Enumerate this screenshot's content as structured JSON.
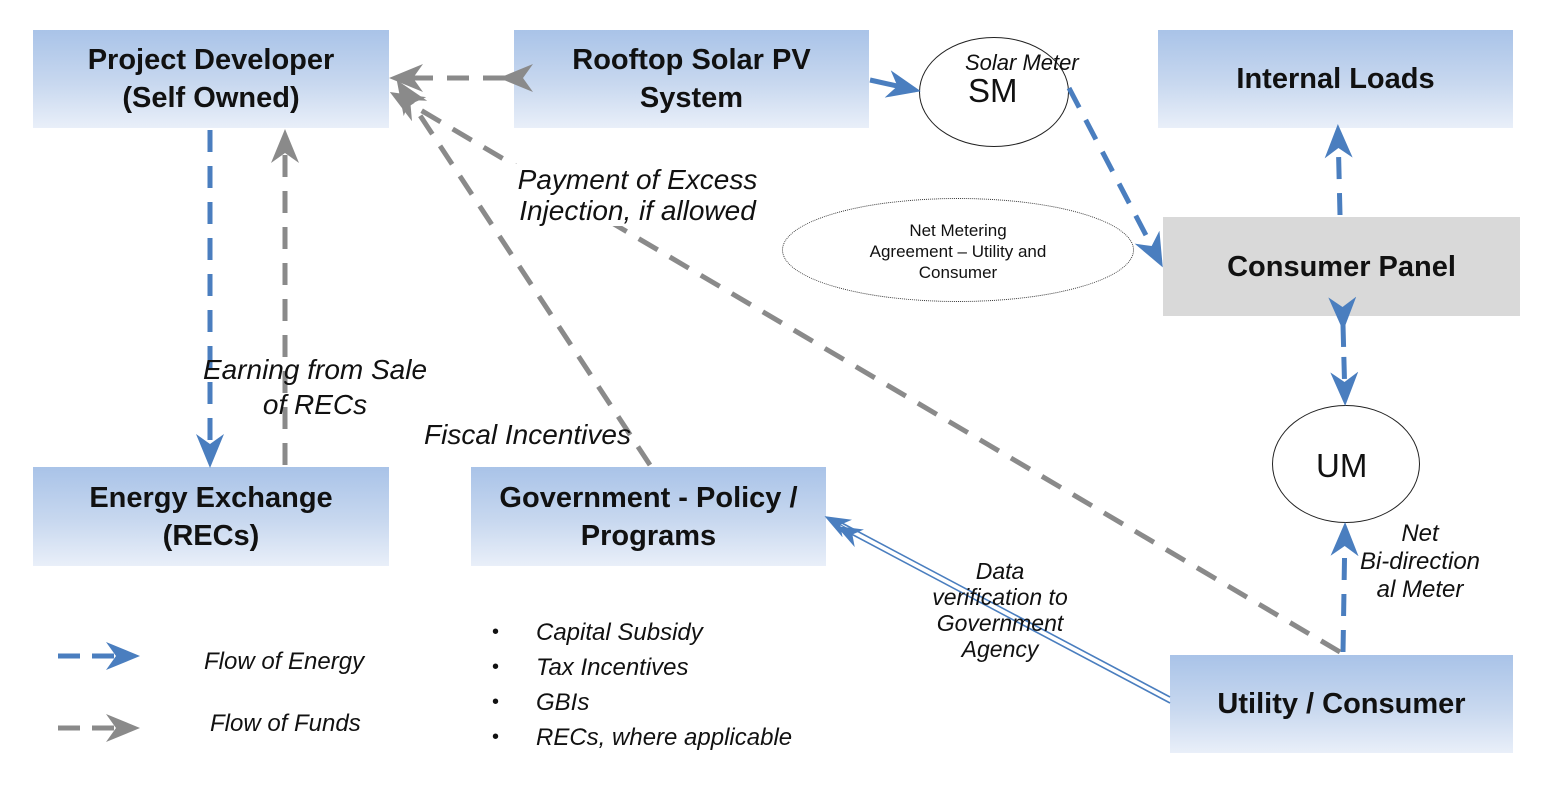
{
  "nodes": {
    "project_developer": [
      "Project Developer",
      "(Self Owned)"
    ],
    "rooftop_solar": [
      "Rooftop Solar PV",
      "System"
    ],
    "internal_loads": [
      "Internal Loads"
    ],
    "consumer_panel": [
      "Consumer Panel"
    ],
    "energy_exchange": [
      "Energy Exchange",
      "(RECs)"
    ],
    "government": [
      "Government - Policy /",
      "Programs"
    ],
    "utility_consumer": [
      "Utility / Consumer"
    ]
  },
  "meters": {
    "solar_meter_caption": "Solar Meter",
    "solar_meter": "SM",
    "utility_meter": "UM"
  },
  "net_metering": [
    "Net Metering",
    "Agreement – Utility and",
    "Consumer"
  ],
  "labels": {
    "excess_payment": [
      "Payment of Excess",
      "Injection, if allowed"
    ],
    "rec_earning": [
      "Earning from Sale",
      "of RECs"
    ],
    "fiscal_incentives": "Fiscal Incentives",
    "data_verification": [
      "Data",
      "verification to",
      "Government",
      "Agency"
    ],
    "net_meter": [
      "Net",
      "Bi-direction",
      "al Meter"
    ]
  },
  "incentives": [
    "Capital Subsidy",
    "Tax Incentives",
    "GBIs",
    "RECs, where applicable"
  ],
  "legend": {
    "energy": "Flow of Energy",
    "funds": "Flow of Funds"
  },
  "colors": {
    "energy": "#4a7ebf",
    "funds": "#8a8a8a",
    "box_top": "#a9c3e8",
    "panel": "#d9d9d9"
  }
}
